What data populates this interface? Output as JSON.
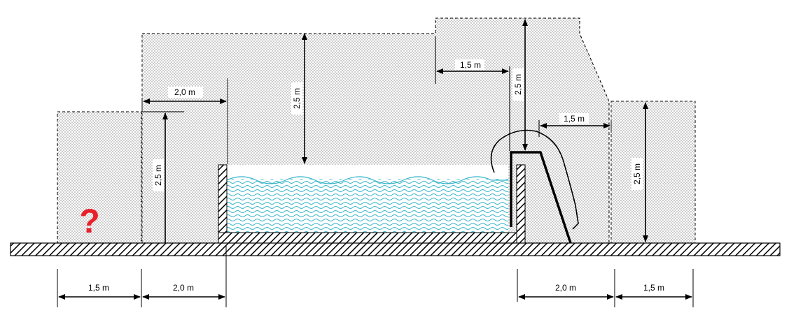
{
  "dimensions": {
    "left_outer_width": "1,5 m",
    "left_inner_width": "2,0 m",
    "left_height": "2,5 m",
    "top_left_width": "2,0 m",
    "above_pool_height": "2,5 m",
    "top_right_width": "1,5 m",
    "slide_height": "2,5 m",
    "slide_side_width": "1,5 m",
    "right_height": "2,5 m",
    "bottom_left_outer": "1,5 m",
    "bottom_left_inner": "2,0 m",
    "bottom_right_inner": "2,0 m",
    "bottom_right_outer": "1,5 m"
  },
  "unknown_marker": "?",
  "colors": {
    "zone_dots": "#444444",
    "water": "#33b3c8",
    "question_mark": "#e8202a",
    "outline": "#000000"
  }
}
